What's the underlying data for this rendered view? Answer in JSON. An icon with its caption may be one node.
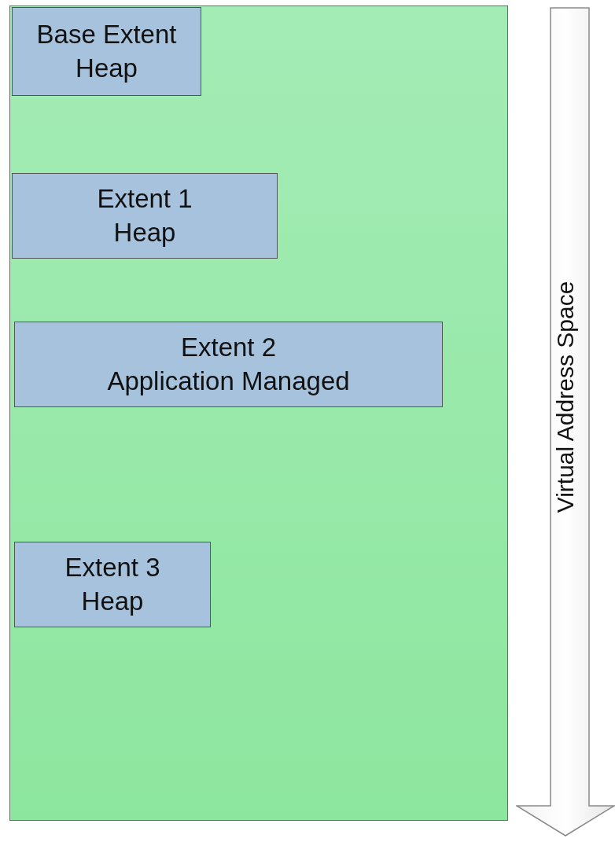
{
  "diagram": {
    "nodes": [
      {
        "text": [],
        "shape": "box"
      },
      {
        "text": [
          "Base Extent",
          "Heap"
        ],
        "in": 0
      },
      {
        "text": [
          "Extent 1",
          "Heap"
        ],
        "in": 0
      },
      {
        "text": [
          "Extent 2",
          "Application Managed"
        ],
        "in": 0
      },
      {
        "text": [
          "Extent 3",
          "Heap"
        ],
        "in": 0
      },
      {
        "text": [
          "Virtual Address Space"
        ]
      }
    ]
  }
}
